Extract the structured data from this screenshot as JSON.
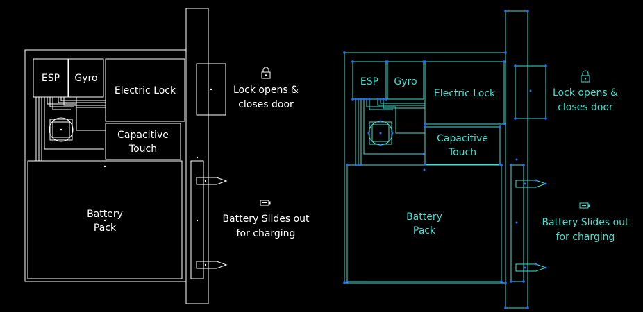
{
  "colors": {
    "background": "#000000",
    "left_stroke": "#ffffff",
    "right_stroke": "#3fe0d0",
    "right_node": "#1e73ff"
  },
  "labels": {
    "esp": "ESP",
    "gyro": "Gyro",
    "electric_lock": "Electric Lock",
    "capacitive_line1": "Capacitive",
    "capacitive_line2": "Touch",
    "battery_line1": "Battery",
    "battery_line2": "Pack",
    "lock_note_line1": "Lock opens &",
    "lock_note_line2": "closes door",
    "battery_note_line1": "Battery Slides out",
    "battery_note_line2": "for charging"
  },
  "icons": {
    "lock": "lock-icon",
    "battery": "battery-icon"
  }
}
